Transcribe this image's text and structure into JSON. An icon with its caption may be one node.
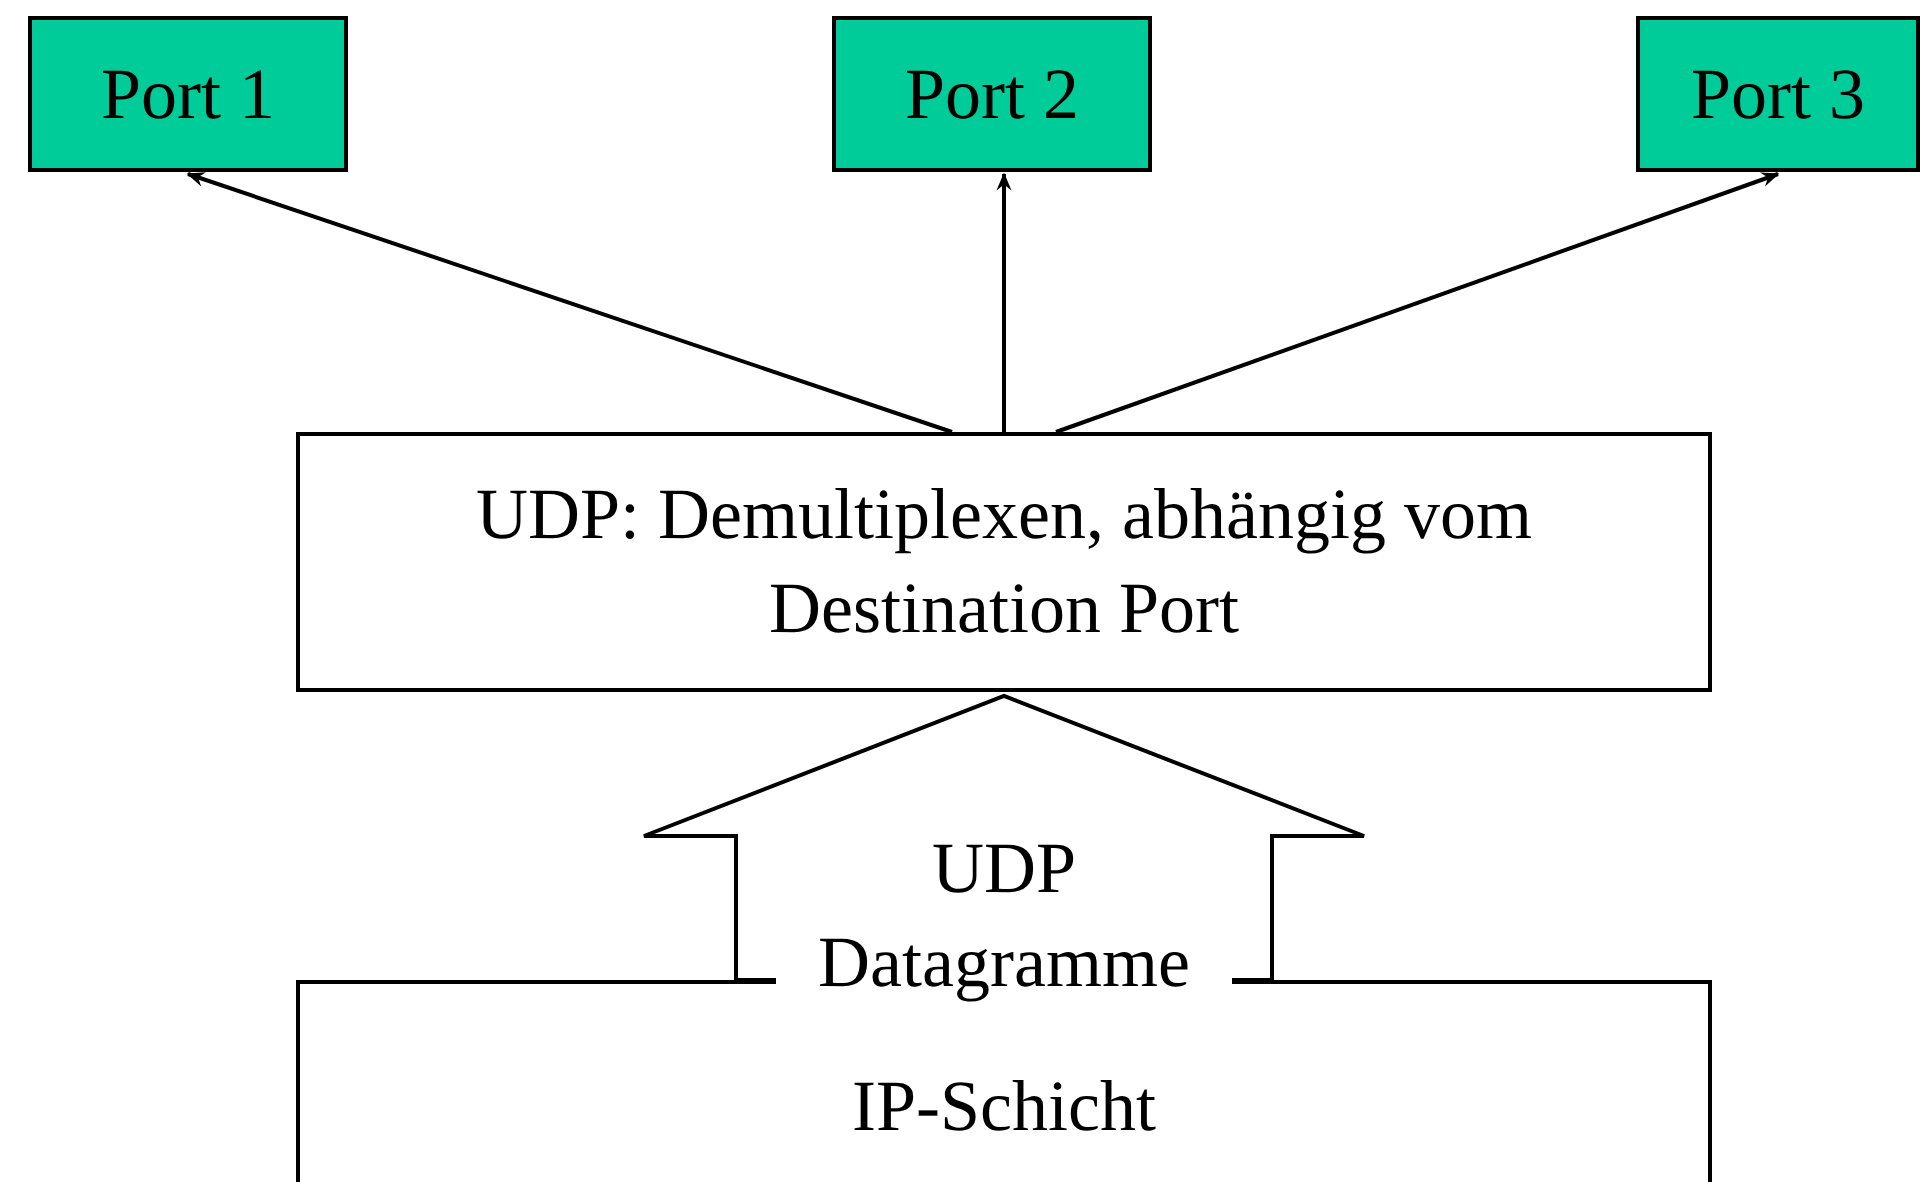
{
  "diagram": {
    "nodes": [
      {
        "text": [
          "Port 1"
        ]
      },
      {
        "text": [
          "Port 2"
        ]
      },
      {
        "text": [
          "Port 3"
        ]
      },
      {
        "text": [
          "UDP: Demultiplexen, abhängig vom Destination Port"
        ]
      },
      {
        "text": [
          "IP-Schicht"
        ]
      }
    ],
    "edges": [
      {
        "from": 3,
        "to": 0,
        "arrow": "to"
      },
      {
        "from": 3,
        "to": 1,
        "arrow": "to"
      },
      {
        "from": 3,
        "to": 2,
        "arrow": "to"
      },
      {
        "from": 4,
        "to": 3,
        "arrow": "to",
        "label": "UDP Datagramme",
        "style": "thick"
      }
    ]
  }
}
